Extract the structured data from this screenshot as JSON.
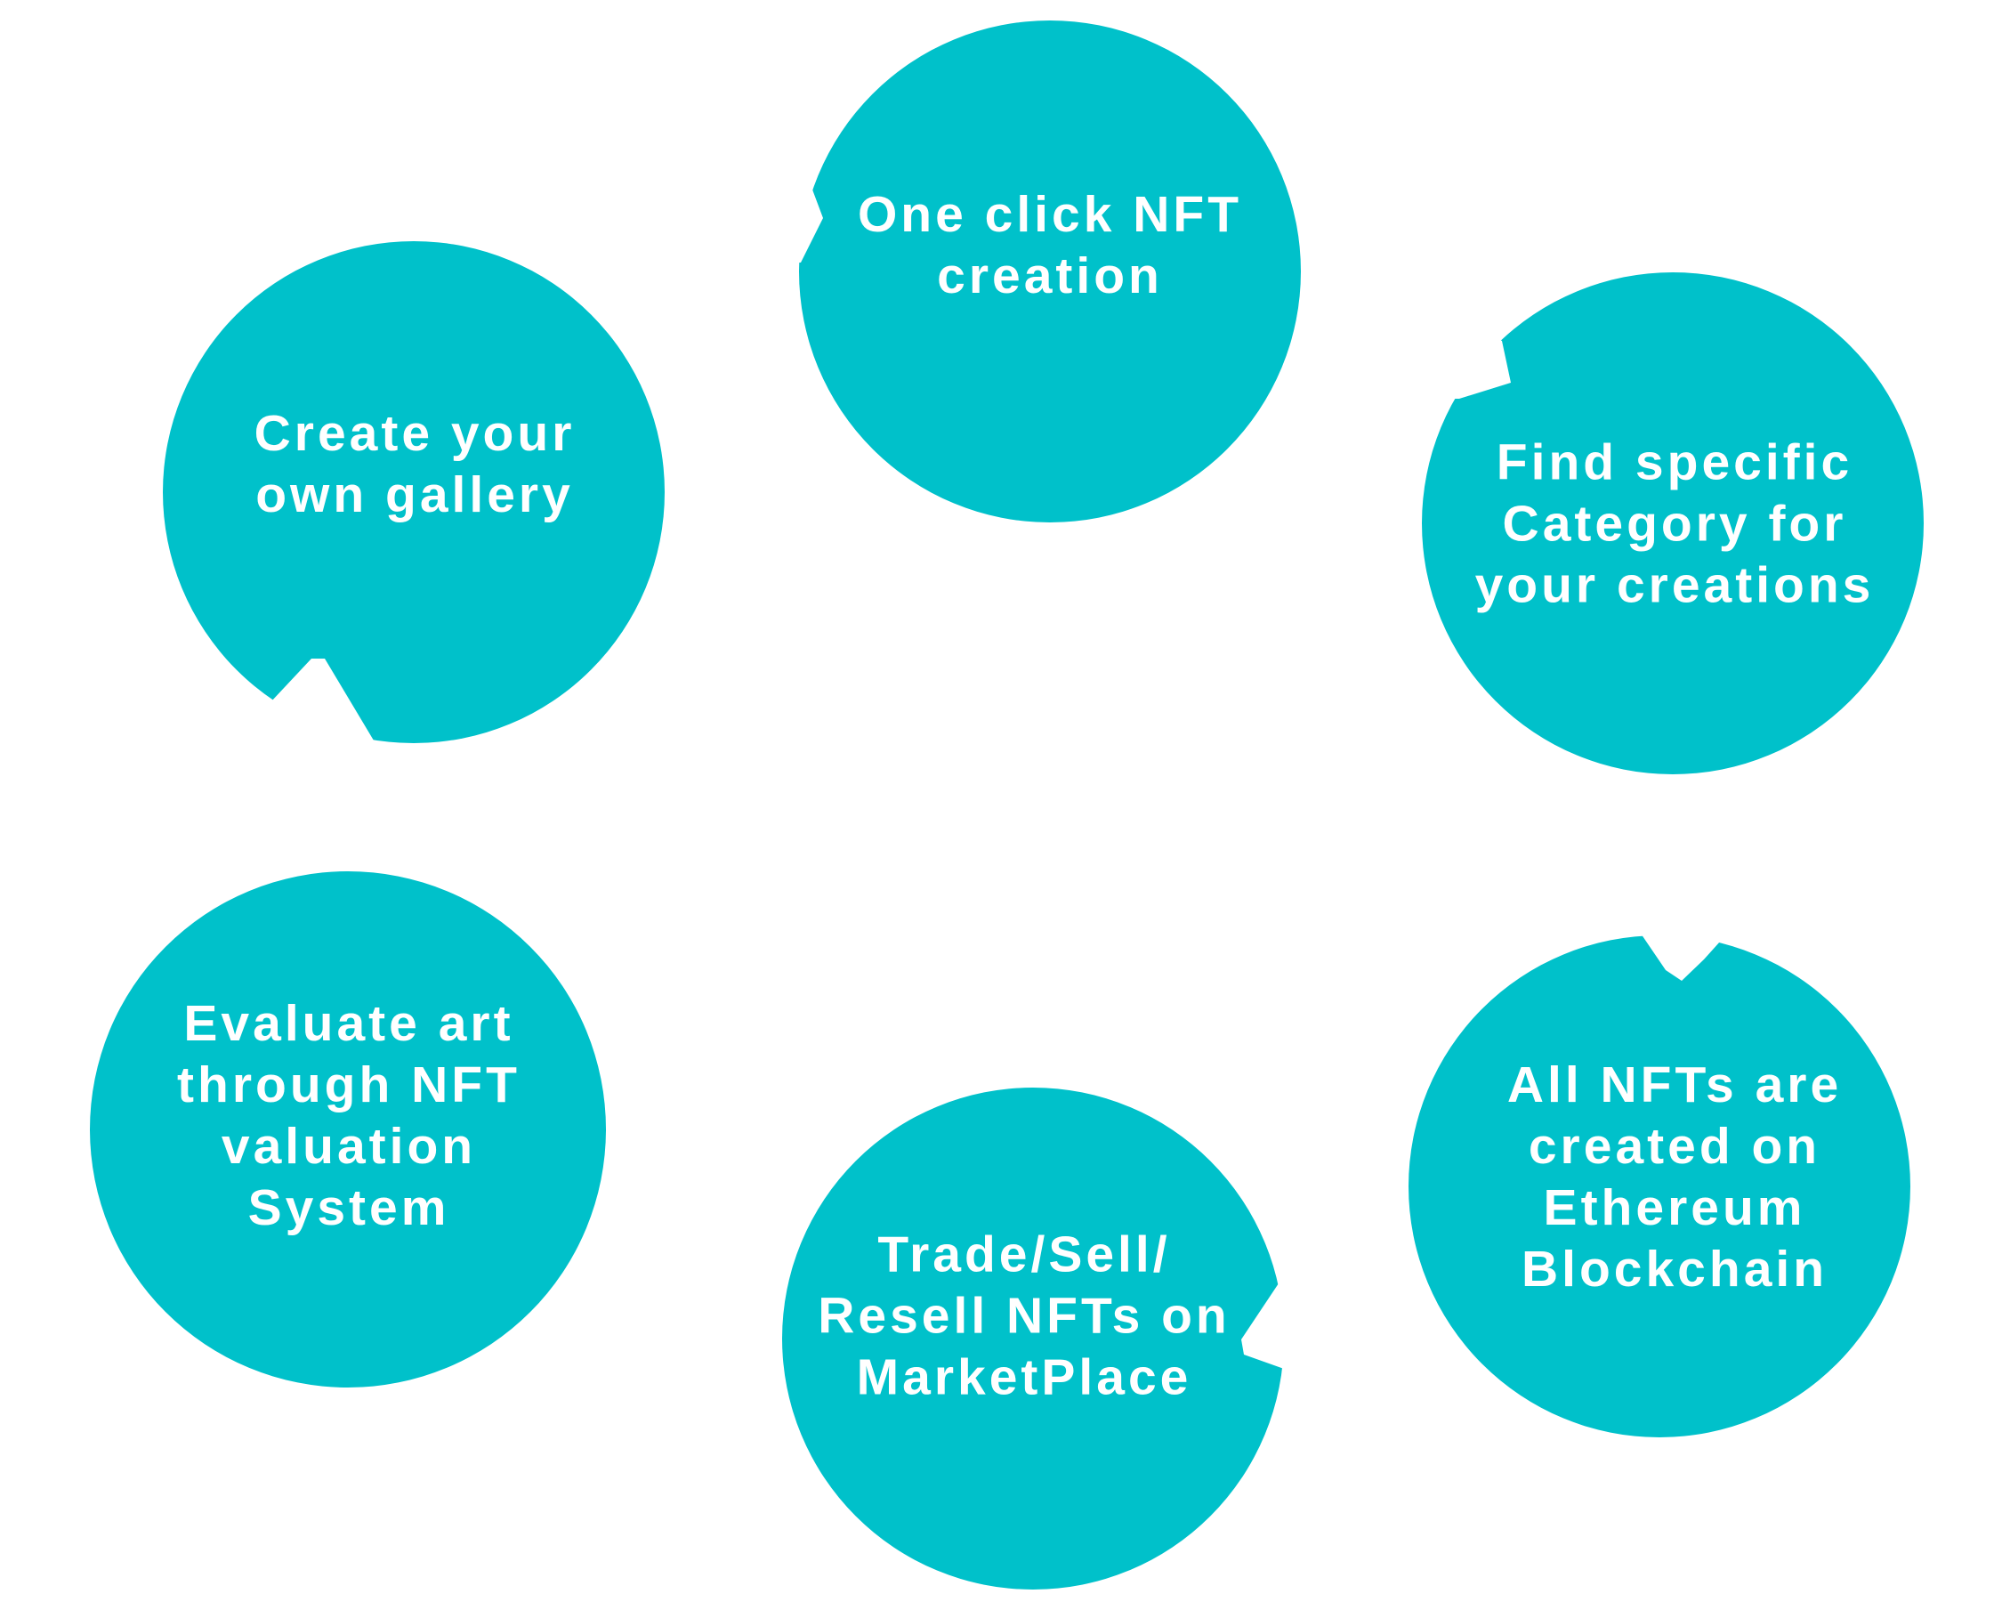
{
  "theme": {
    "circle_color": "#00C1CA",
    "text_color": "#FFFFFF",
    "background": "#FFFFFF"
  },
  "features": [
    {
      "id": "nft-creation",
      "text": "One click NFT creation"
    },
    {
      "id": "category",
      "text": "Find specific Category for your creations"
    },
    {
      "id": "ethereum",
      "text": "All NFTs are created on Ethereum Blockchain"
    },
    {
      "id": "marketplace",
      "text": "Trade/Sell/ Resell NFTs on MarketPlace"
    },
    {
      "id": "valuation",
      "text": "Evaluate art through NFT valuation System"
    },
    {
      "id": "gallery",
      "text": "Create your own gallery"
    }
  ]
}
